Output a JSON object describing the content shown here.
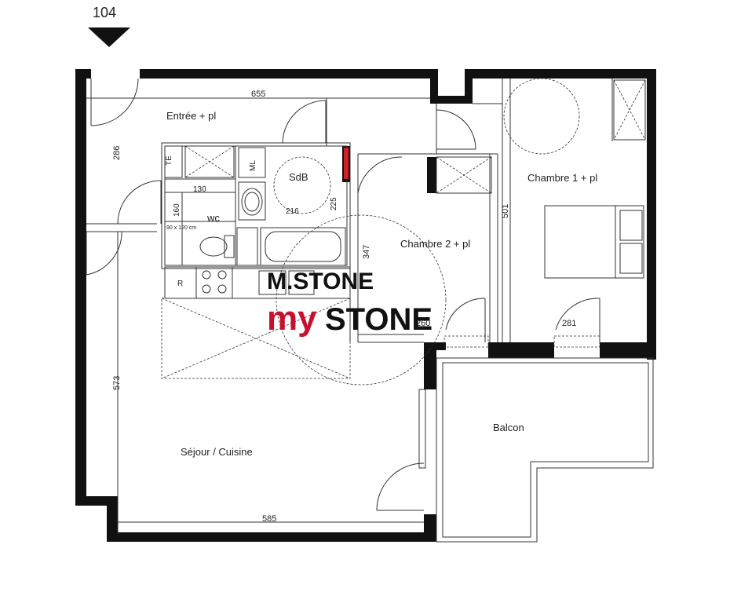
{
  "unit_number": "104",
  "rooms": {
    "entree": "Entrée + pl",
    "sdb": "SdB",
    "wc": "wc",
    "chambre1": "Chambre 1 + pl",
    "chambre2": "Chambre 2 + pl",
    "balcon": "Balcon",
    "sejour": "Séjour / Cuisine"
  },
  "fixtures": {
    "te": "TE",
    "ml": "ML",
    "fridge": "R",
    "shower_note": "90 x 120 cm"
  },
  "dimensions": {
    "top_width": "655",
    "entry_height": "286",
    "wc_width": "130",
    "wc_height": "160",
    "sdb_width": "216",
    "sdb_height": "225",
    "ch2_height": "347",
    "ch1_height": "501",
    "living_height": "573",
    "bottom_width": "585",
    "ch1_window": "281",
    "ch2_window": "260"
  },
  "watermark": {
    "brand_my": "my",
    "brand_stone": "STONE",
    "brand_top": "M.STONE"
  }
}
